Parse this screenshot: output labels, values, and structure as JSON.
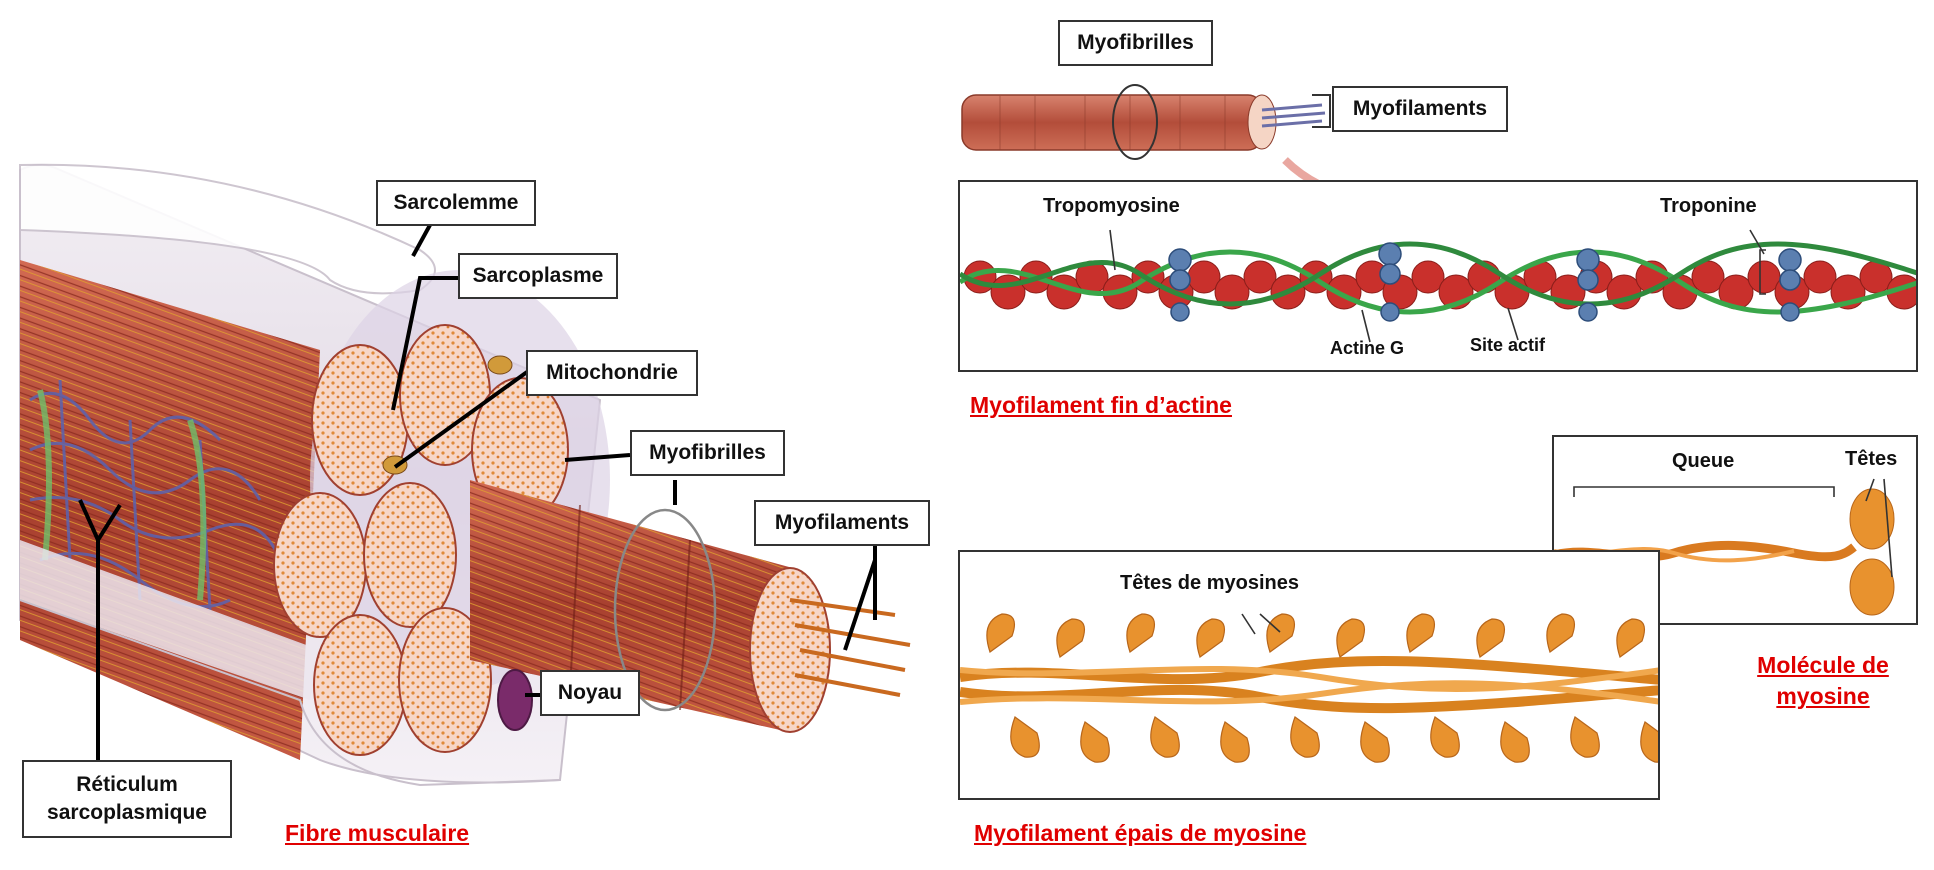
{
  "fiber": {
    "sarcolemme": "Sarcolemme",
    "sarcoplasme": "Sarcoplasme",
    "mitochondrie": "Mitochondrie",
    "myofibrilles": "Myofibrilles",
    "myofilaments": "Myofilaments",
    "noyau": "Noyau",
    "reticulum_line1": "Réticulum",
    "reticulum_line2": "sarcoplasmique",
    "caption": "Fibre musculaire"
  },
  "myofibril_mini": {
    "myofibrilles": "Myofibrilles",
    "myofilaments": "Myofilaments"
  },
  "actin": {
    "tropomyosine": "Tropomyosine",
    "troponine": "Troponine",
    "actine_g": "Actine G",
    "site_actif": "Site actif",
    "caption": "Myofilament fin d’actine"
  },
  "myosin_molecule": {
    "queue": "Queue",
    "tetes": "Têtes",
    "caption_line1": "Molécule de",
    "caption_line2": "myosine"
  },
  "thick": {
    "tetes_de_myosines": "Têtes de myosines",
    "caption": "Myofilament épais de myosine"
  },
  "colors": {
    "muscle_red": "#b94a3a",
    "caption_red": "#e00000",
    "actin_red": "#c9302c",
    "tropomyosin_green": "#3aa64a",
    "troponin_blue": "#5b7fb0",
    "myosin_orange": "#e8922e"
  }
}
